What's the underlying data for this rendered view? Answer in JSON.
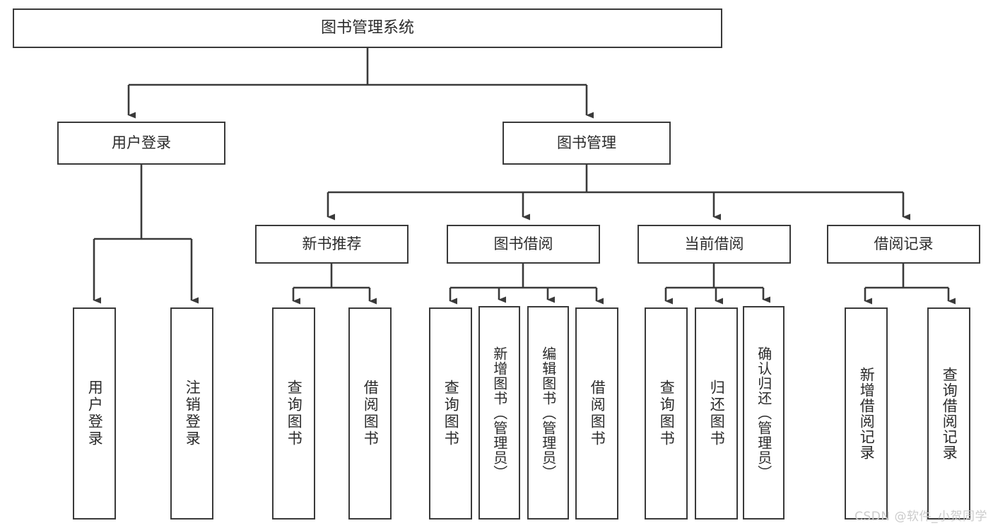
{
  "diagram": {
    "title": "图书管理系统",
    "type": "tree",
    "root": {
      "id": "root",
      "label": "图书管理系统"
    },
    "level1": [
      {
        "id": "user-login",
        "label": "用户登录"
      },
      {
        "id": "book-management",
        "label": "图书管理"
      }
    ],
    "level2": [
      {
        "id": "new-book-recommend",
        "label": "新书推荐",
        "parent": "book-management"
      },
      {
        "id": "book-borrow",
        "label": "图书借阅",
        "parent": "book-management"
      },
      {
        "id": "current-borrow",
        "label": "当前借阅",
        "parent": "book-management"
      },
      {
        "id": "borrow-record",
        "label": "借阅记录",
        "parent": "book-management"
      }
    ],
    "leaves": {
      "user_login": [
        {
          "id": "leaf-user-login",
          "label": "用户登录"
        },
        {
          "id": "leaf-logout-login",
          "label": "注销登录"
        }
      ],
      "new_book_recommend": [
        {
          "id": "leaf-query-book-1",
          "label": "查询图书"
        },
        {
          "id": "leaf-borrow-book-1",
          "label": "借阅图书"
        }
      ],
      "book_borrow": [
        {
          "id": "leaf-query-book-2",
          "label": "查询图书"
        },
        {
          "id": "leaf-add-book",
          "label": "新增图书（管理员）"
        },
        {
          "id": "leaf-edit-book",
          "label": "编辑图书（管理员）"
        },
        {
          "id": "leaf-borrow-book-2",
          "label": "借阅图书"
        }
      ],
      "current_borrow": [
        {
          "id": "leaf-query-book-3",
          "label": "查询图书"
        },
        {
          "id": "leaf-return-book",
          "label": "归还图书"
        },
        {
          "id": "leaf-confirm-return",
          "label": "确认归还（管理员）"
        }
      ],
      "borrow_record": [
        {
          "id": "leaf-add-record",
          "label": "新增借阅记录"
        },
        {
          "id": "leaf-query-record",
          "label": "查询借阅记录"
        }
      ]
    }
  },
  "watermark": {
    "text": "CSDN @软件_小贺同学"
  },
  "colors": {
    "stroke": "#3a3a3a",
    "text": "#2b2b2b",
    "background": "#ffffff",
    "watermark": "#cbcbcb"
  }
}
